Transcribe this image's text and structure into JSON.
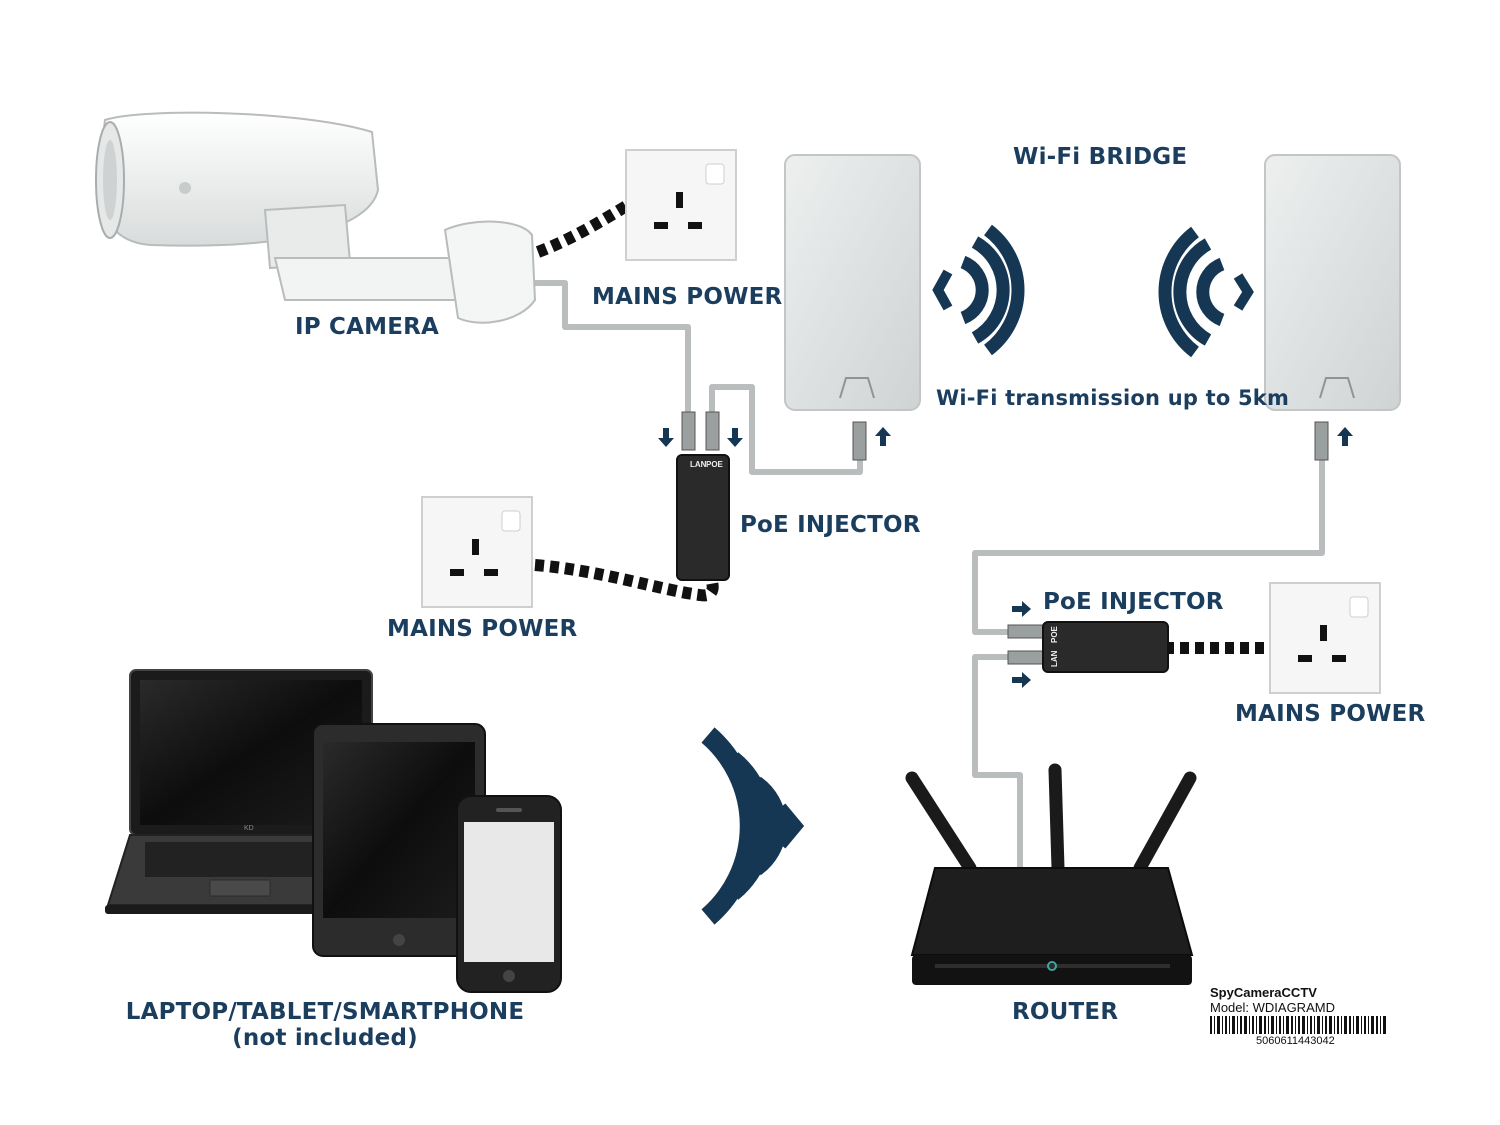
{
  "labels": {
    "ip_camera": "IP CAMERA",
    "mains_power_top": "MAINS POWER",
    "wifi_bridge": "Wi-Fi BRIDGE",
    "wifi_transmission": "Wi-Fi transmission up to 5km",
    "poe_injector_left": "PoE INJECTOR",
    "mains_power_left": "MAINS POWER",
    "poe_injector_right": "PoE INJECTOR",
    "mains_power_right": "MAINS POWER",
    "devices_line1": "LAPTOP/TABLET/SMARTPHONE",
    "devices_line2": "(not included)",
    "router": "ROUTER"
  },
  "poe_ports": {
    "lan": "LAN",
    "poe": "POE"
  },
  "laptop_brand": "KD",
  "product": {
    "brand": "SpyCameraCCTV",
    "model": "Model: WDIAGRAMD",
    "barcode_number": "5060611443042"
  },
  "colors": {
    "label_navy": "#1b3d5e",
    "cable_grey": "#b9bdbd",
    "signal_navy": "#163754"
  }
}
